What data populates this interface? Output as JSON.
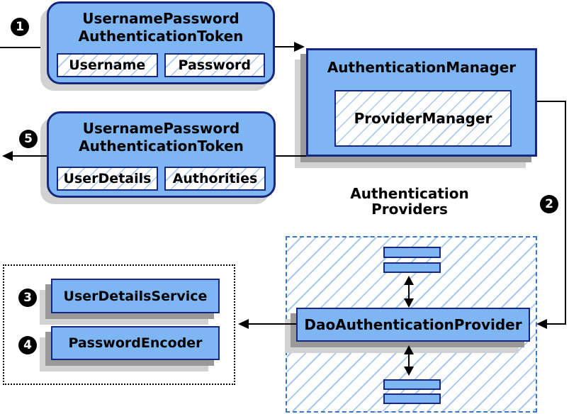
{
  "colors": {
    "node_fill": "#7db6f3",
    "node_border": "#17267e",
    "hatch_line": "#a7c9f1",
    "dashed_border": "#3a76c2",
    "shadow_dark": "#999999",
    "shadow_light": "#d2d2d2",
    "line_color": "#000000",
    "badge_bg": "#000000",
    "badge_text": "#ffffff"
  },
  "badges": {
    "b1": "1",
    "b2": "2",
    "b3": "3",
    "b4": "4",
    "b5": "5"
  },
  "nodes": {
    "token_request": {
      "title_line1": "UsernamePassword",
      "title_line2": "AuthenticationToken",
      "fields": [
        "Username",
        "Password"
      ]
    },
    "auth_manager": {
      "title": "AuthenticationManager",
      "inner": "ProviderManager"
    },
    "token_response": {
      "title_line1": "UsernamePassword",
      "title_line2": "AuthenticationToken",
      "fields": [
        "UserDetails",
        "Authorities"
      ]
    },
    "providers_group": {
      "title_line1": "Authentication",
      "title_line2": "Providers"
    },
    "dao_provider": {
      "title": "DaoAuthenticationProvider"
    },
    "user_details_service": {
      "title": "UserDetailsService"
    },
    "password_encoder": {
      "title": "PasswordEncoder"
    }
  }
}
